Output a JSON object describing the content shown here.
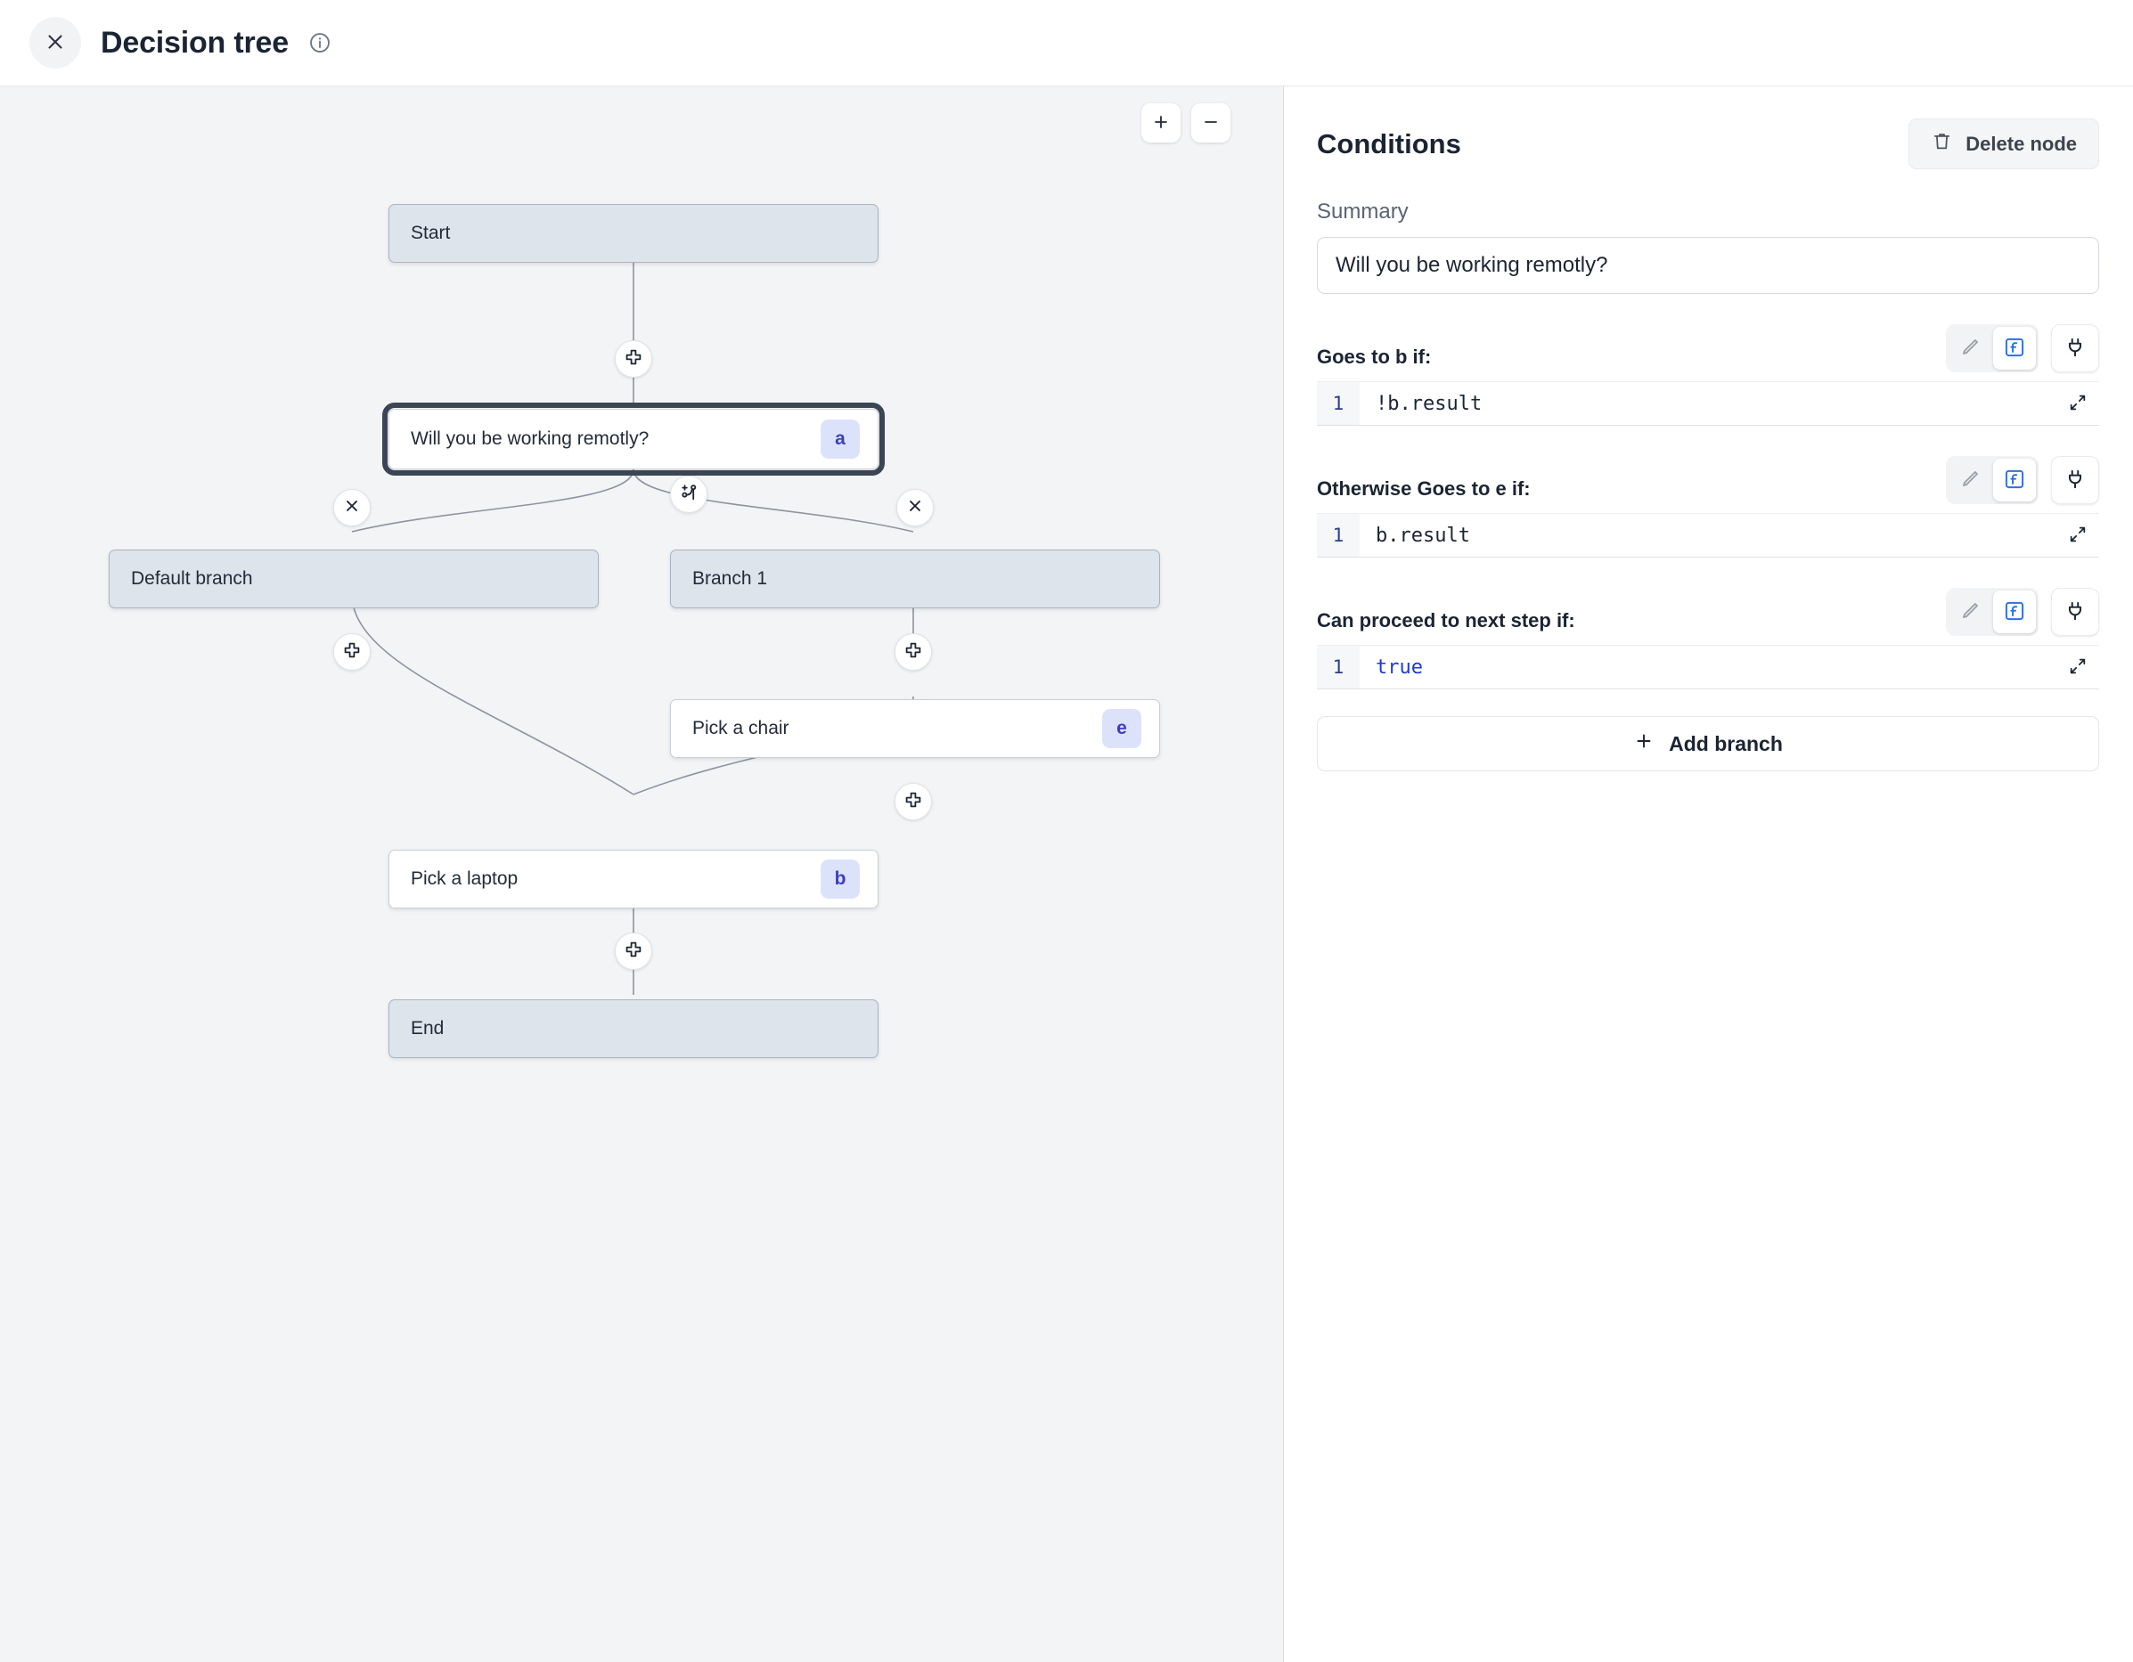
{
  "header": {
    "close_icon": "close-icon",
    "title": "Decision tree",
    "info_icon": "info-icon"
  },
  "canvas": {
    "zoom_in_label": "+",
    "zoom_out_label": "−",
    "nodes": [
      {
        "id": "start",
        "label": "Start",
        "type": "terminal",
        "badge": "",
        "selected": false
      },
      {
        "id": "a",
        "label": "Will you be working remotly?",
        "type": "step",
        "badge": "a",
        "selected": true
      },
      {
        "id": "def",
        "label": "Default branch",
        "type": "branch",
        "badge": "",
        "selected": false
      },
      {
        "id": "br1",
        "label": "Branch 1",
        "type": "branch",
        "badge": "",
        "selected": false
      },
      {
        "id": "e",
        "label": "Pick a chair",
        "type": "step",
        "badge": "e",
        "selected": false
      },
      {
        "id": "b",
        "label": "Pick a laptop",
        "type": "step",
        "badge": "b",
        "selected": false
      },
      {
        "id": "end",
        "label": "End",
        "type": "terminal",
        "badge": "",
        "selected": false
      }
    ],
    "handles": [
      {
        "id": "h-start-a",
        "icon": "plus-node-icon"
      },
      {
        "id": "h-branch",
        "icon": "add-branch-icon"
      },
      {
        "id": "h-del-def",
        "icon": "close-icon"
      },
      {
        "id": "h-del-br1",
        "icon": "close-icon"
      },
      {
        "id": "h-def-b",
        "icon": "plus-node-icon"
      },
      {
        "id": "h-br1-e",
        "icon": "plus-node-icon"
      },
      {
        "id": "h-e-b",
        "icon": "plus-node-icon"
      },
      {
        "id": "h-b-end",
        "icon": "plus-node-icon"
      }
    ]
  },
  "panel": {
    "title": "Conditions",
    "delete_label": "Delete node",
    "summary_label": "Summary",
    "summary_value": "Will you be working remotly?",
    "add_branch_label": "Add branch",
    "conditions": [
      {
        "label": "Goes to b if:",
        "line_no": "1",
        "code": "!b.result",
        "code_kind": "plain",
        "mode": "expression"
      },
      {
        "label": "Otherwise Goes to e if:",
        "line_no": "1",
        "code": "b.result",
        "code_kind": "plain",
        "mode": "expression"
      },
      {
        "label": "Can proceed to next step if:",
        "line_no": "1",
        "code": "true",
        "code_kind": "keyword",
        "mode": "expression"
      }
    ],
    "tool_icons": {
      "edit": "pencil-icon",
      "expression": "function-icon",
      "connect": "plug-icon",
      "expand": "expand-icon"
    }
  },
  "colors": {
    "canvas_bg": "#f3f4f6",
    "terminal_node": "#dde4ec",
    "badge_bg": "#dde2fb",
    "badge_fg": "#3b3fbf",
    "accent_blue": "#2f6fe4",
    "selected_outline": "#3b4554"
  }
}
